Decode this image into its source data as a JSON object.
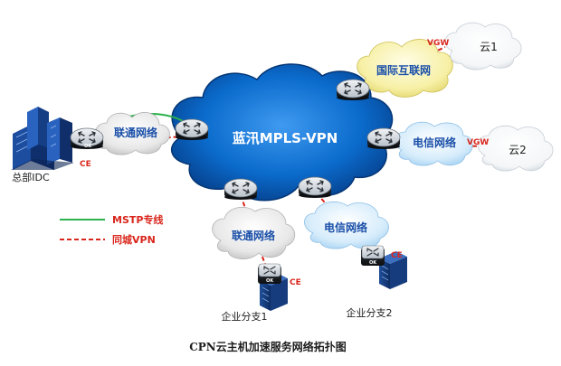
{
  "diagram": {
    "caption": "CPN云主机加速服务网络拓扑图",
    "core_network": "蓝汛MPLS-VPN",
    "clouds": {
      "unicom_top": "联通网络",
      "unicom_bottom": "联通网络",
      "telecom_right": "电信网络",
      "telecom_bottom": "电信网络",
      "intl_internet": "国际互联网",
      "cloud1": "云1",
      "cloud2": "云2"
    },
    "nodes": {
      "hq": "总部IDC",
      "branch1": "企业分支1",
      "branch2": "企业分支2"
    },
    "tags": {
      "ce": "CE",
      "vgw": "VGW",
      "router_ok": "OK"
    },
    "legend": {
      "mstp": "MSTP专线",
      "vpn": "同城VPN"
    },
    "colors": {
      "mstp_line": "#2bb24c",
      "vpn_line": "#d9261c",
      "core_cloud": "#0b5fb8",
      "label_blue": "#1a4fa8",
      "ce_red": "#d9261c"
    }
  }
}
